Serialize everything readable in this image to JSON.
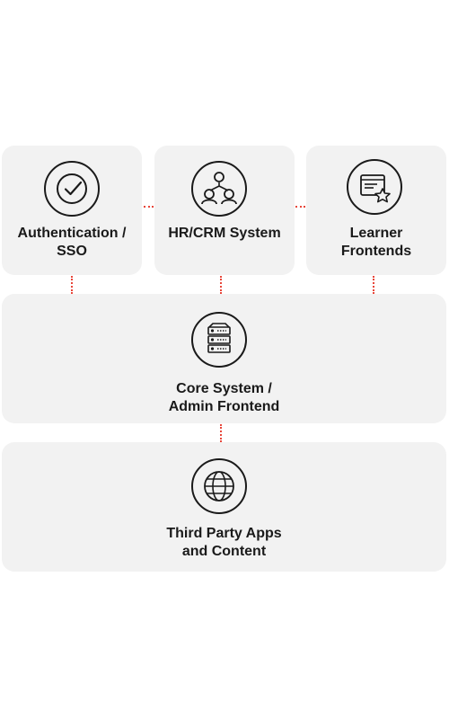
{
  "nodes": {
    "auth": {
      "line1": "Authentication /",
      "line2": "SSO",
      "icon": "check-circle-icon"
    },
    "hrcrm": {
      "line1": "HR/CRM System",
      "icon": "users-group-icon"
    },
    "learner": {
      "line1": "Learner",
      "line2": "Frontends",
      "icon": "browser-star-icon"
    },
    "core": {
      "line1": "Core System /",
      "line2": "Admin Frontend",
      "icon": "server-stack-icon"
    },
    "third": {
      "line1": "Third Party Apps",
      "line2": "and Content",
      "icon": "globe-icon"
    }
  },
  "colors": {
    "card_bg": "#f2f2f2",
    "connector": "#e8463a",
    "ink": "#1a1a1a"
  }
}
